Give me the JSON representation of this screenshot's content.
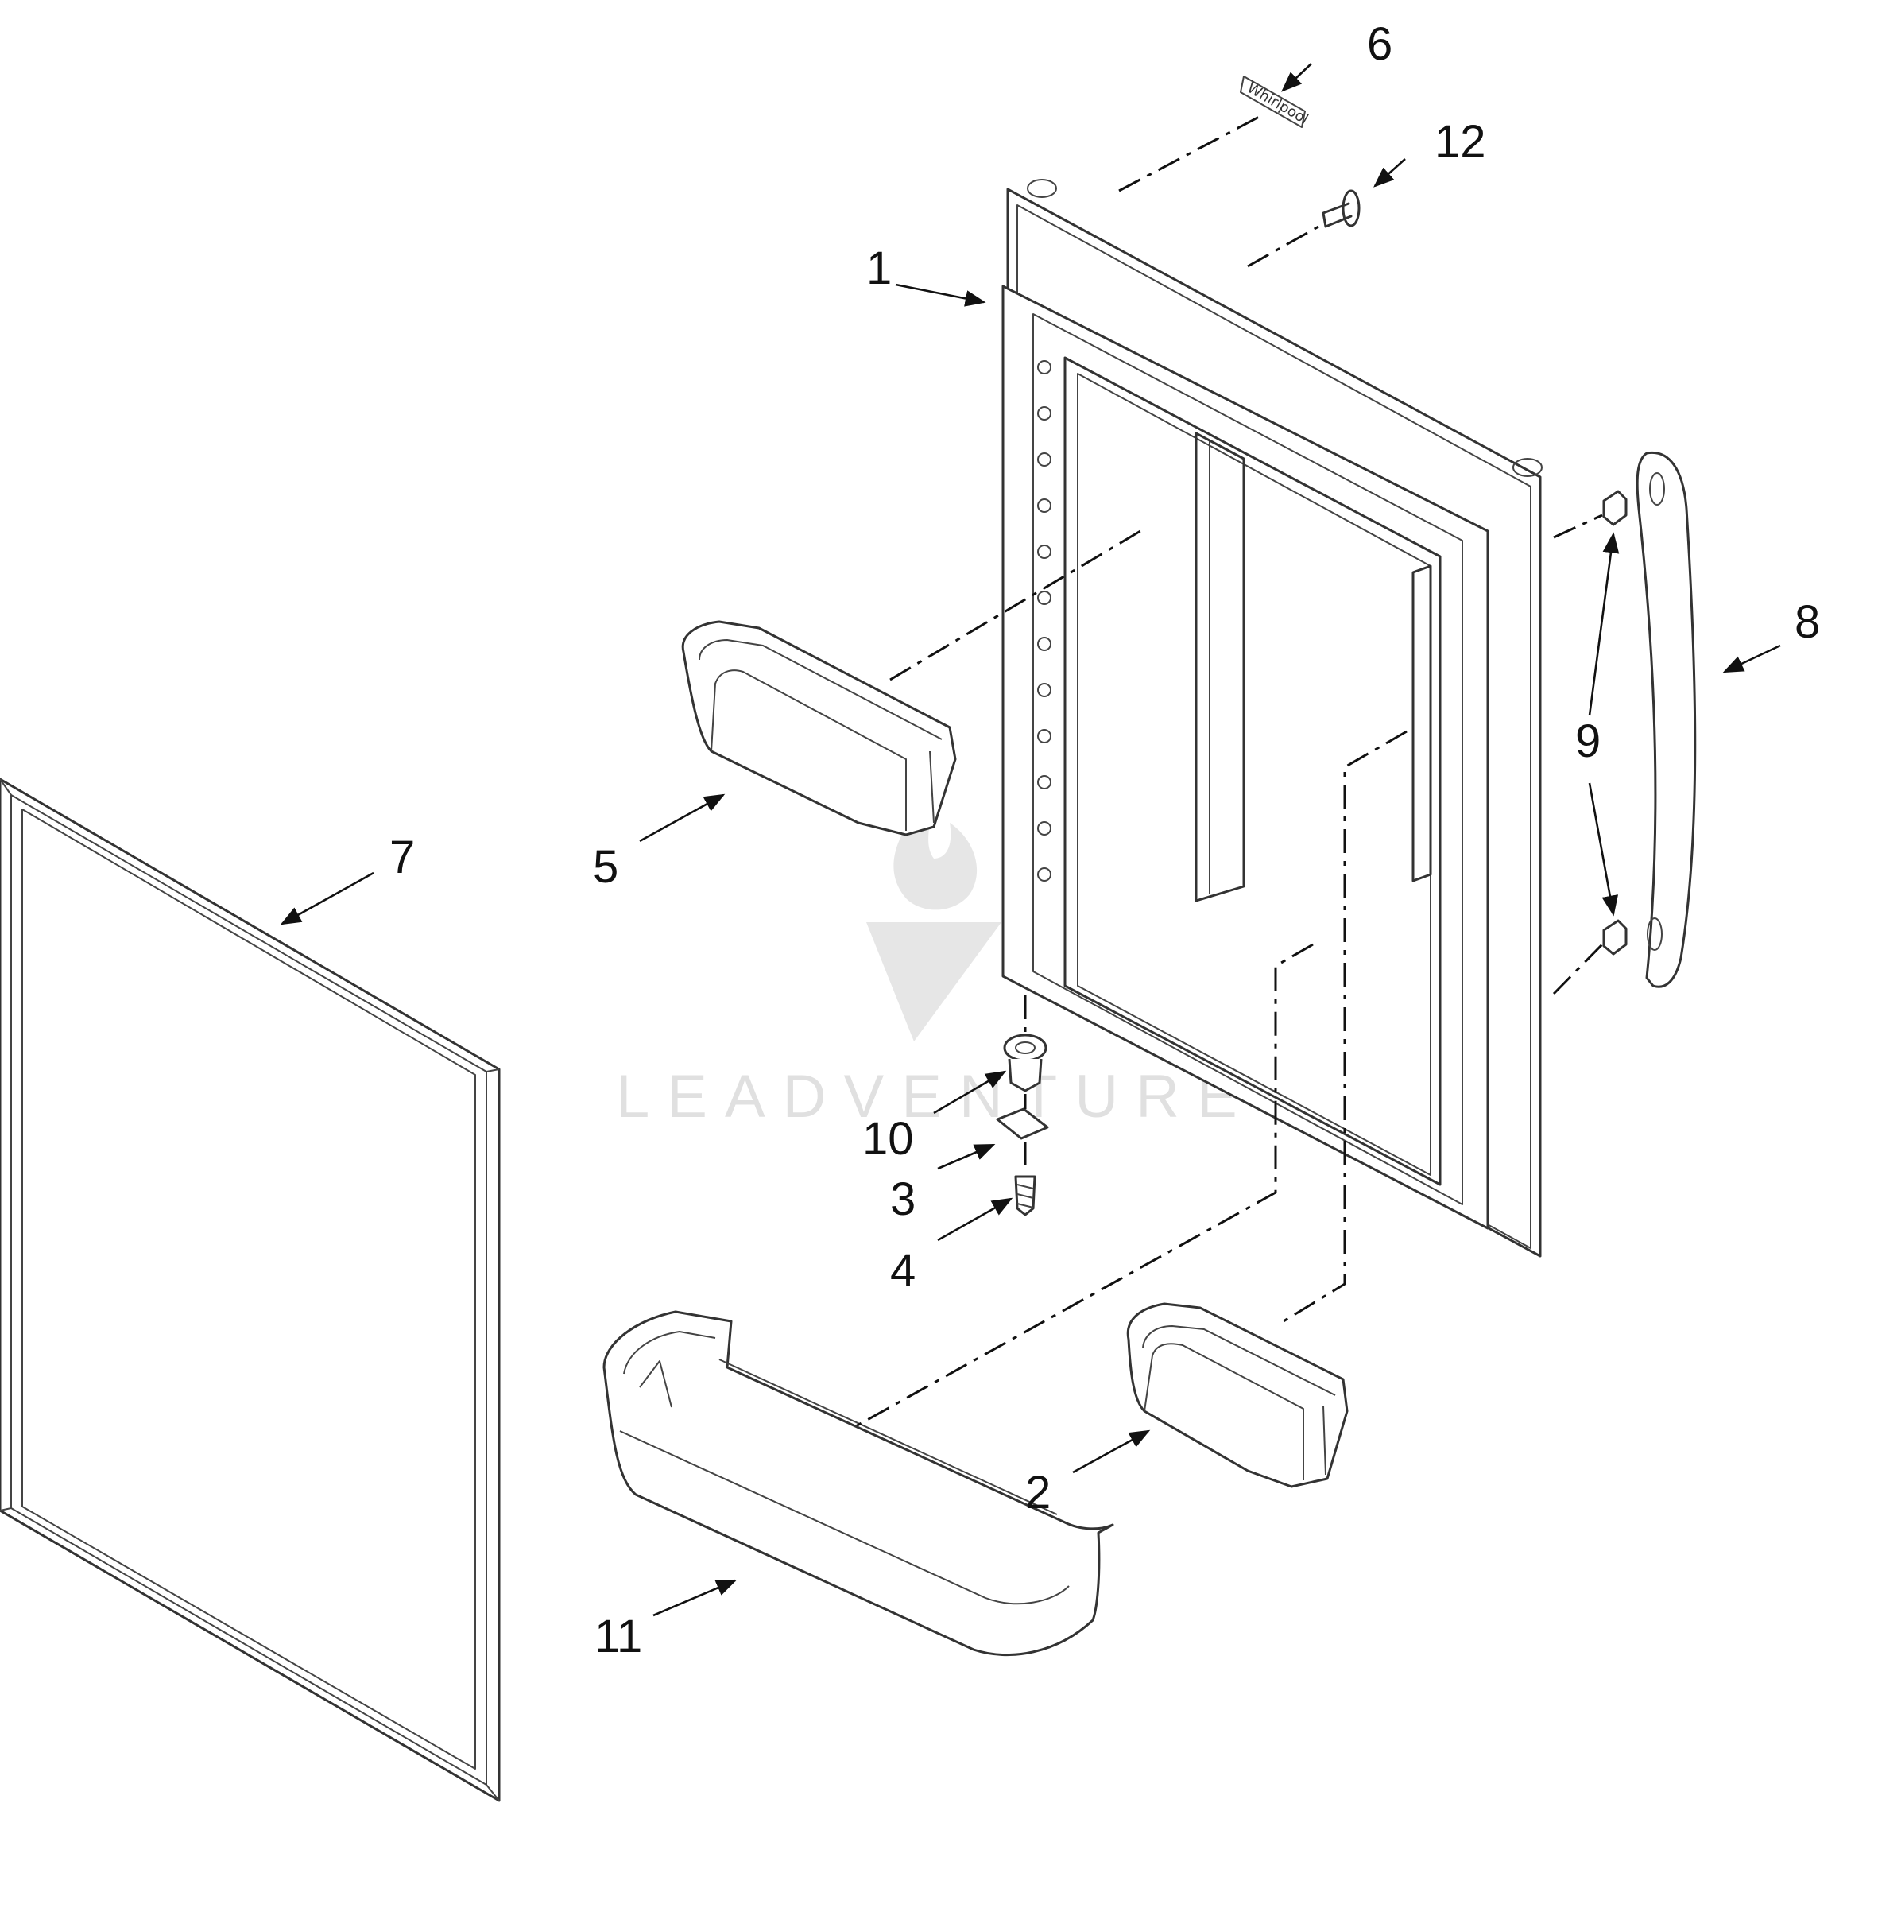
{
  "callouts": [
    {
      "id": "1",
      "label": "1"
    },
    {
      "id": "2",
      "label": "2"
    },
    {
      "id": "3",
      "label": "3"
    },
    {
      "id": "4",
      "label": "4"
    },
    {
      "id": "5",
      "label": "5"
    },
    {
      "id": "6",
      "label": "6"
    },
    {
      "id": "7",
      "label": "7"
    },
    {
      "id": "8",
      "label": "8"
    },
    {
      "id": "9",
      "label": "9"
    },
    {
      "id": "10",
      "label": "10"
    },
    {
      "id": "11",
      "label": "11"
    },
    {
      "id": "12",
      "label": "12"
    }
  ],
  "logo_nameplate": {
    "text": "Whirlpool"
  },
  "watermark": {
    "text": "LEADVENTURE"
  },
  "colors": {
    "line": "#333333",
    "watermark": "#d9d9d9",
    "background": "#ffffff"
  }
}
